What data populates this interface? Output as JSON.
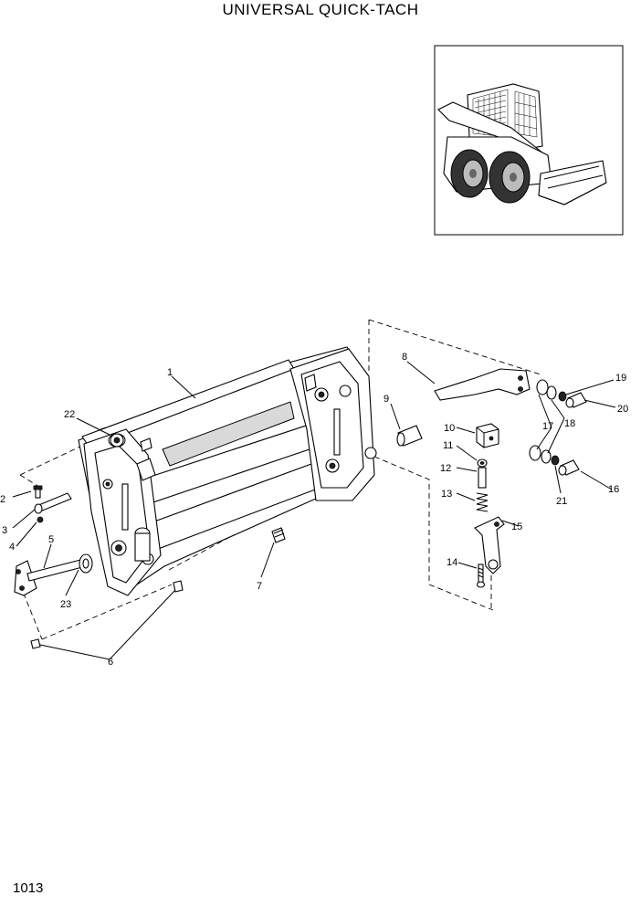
{
  "title": "UNIVERSAL QUICK-TACH",
  "page_number": "1013",
  "callouts": {
    "c1": "1",
    "c2": "2",
    "c3": "3",
    "c4": "4",
    "c5": "5",
    "c6": "6",
    "c7": "7",
    "c8": "8",
    "c9": "9",
    "c10": "10",
    "c11": "11",
    "c12": "12",
    "c13": "13",
    "c14": "14",
    "c15": "15",
    "c16": "16",
    "c17": "17",
    "c18": "18",
    "c19": "19",
    "c20": "20",
    "c21": "21",
    "c22": "22",
    "c23": "23"
  }
}
